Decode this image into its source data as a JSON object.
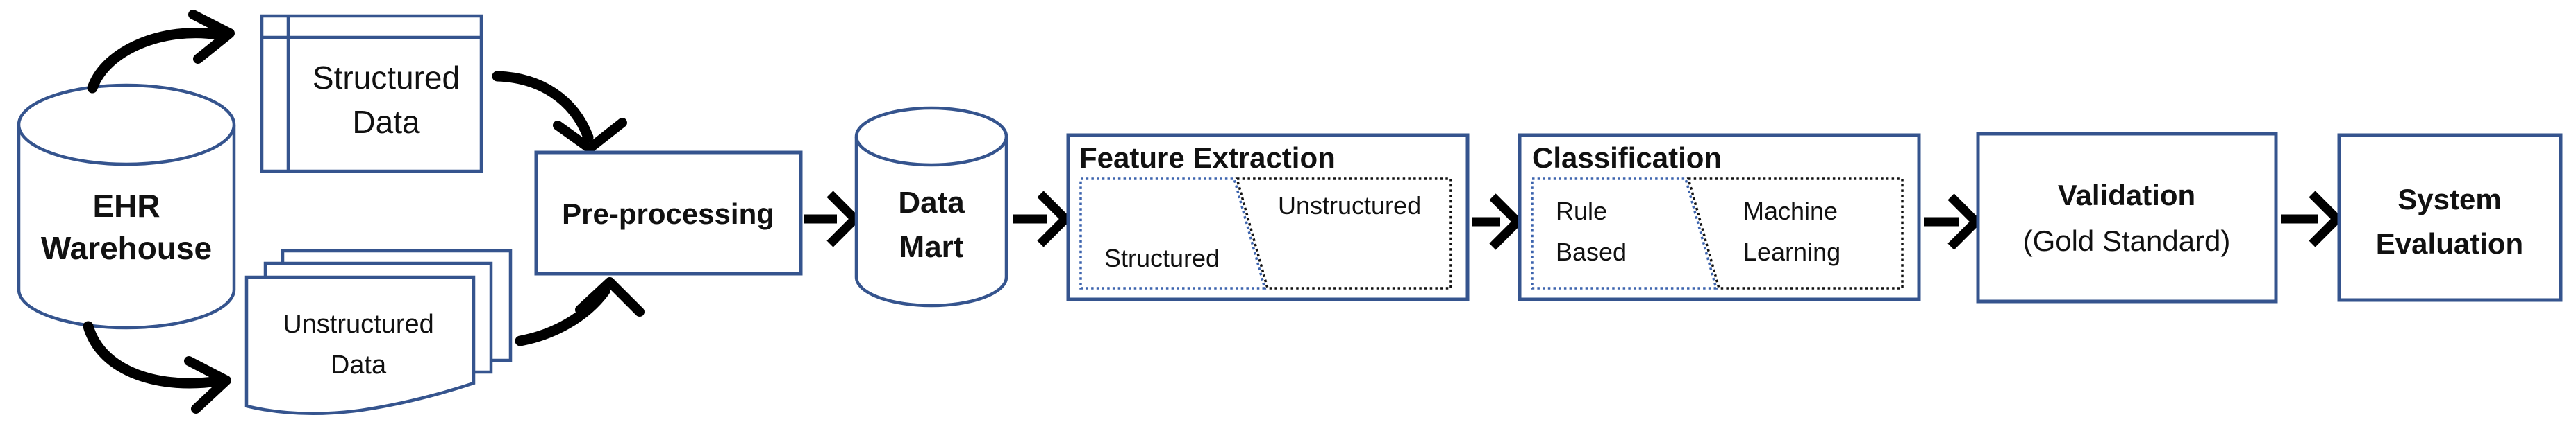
{
  "diagram": {
    "title_hint": "EHR data processing pipeline flow diagram",
    "ehr_warehouse": {
      "line1": "EHR",
      "line2": "Warehouse"
    },
    "structured_data": {
      "line1": "Structured",
      "line2": "Data"
    },
    "unstructured_data": {
      "line1": "Unstructured",
      "line2": "Data"
    },
    "preprocessing": {
      "label": "Pre-processing"
    },
    "data_mart": {
      "line1": "Data",
      "line2": "Mart"
    },
    "feature_extraction": {
      "title": "Feature Extraction",
      "left_label": "Structured",
      "right_label": "Unstructured"
    },
    "classification": {
      "title": "Classification",
      "left_label_line1": "Rule",
      "left_label_line2": "Based",
      "right_label_line1": "Machine",
      "right_label_line2": "Learning"
    },
    "validation": {
      "line1": "Validation",
      "line2": "(Gold Standard)"
    },
    "system_evaluation": {
      "line1": "System",
      "line2": "Evaluation"
    },
    "colors": {
      "outline_blue": "#35548E",
      "dotted_blue": "#3D64AE",
      "dotted_black": "#111111",
      "arrow_black": "#000000",
      "text_black": "#111111",
      "background": "#FFFFFF"
    }
  }
}
